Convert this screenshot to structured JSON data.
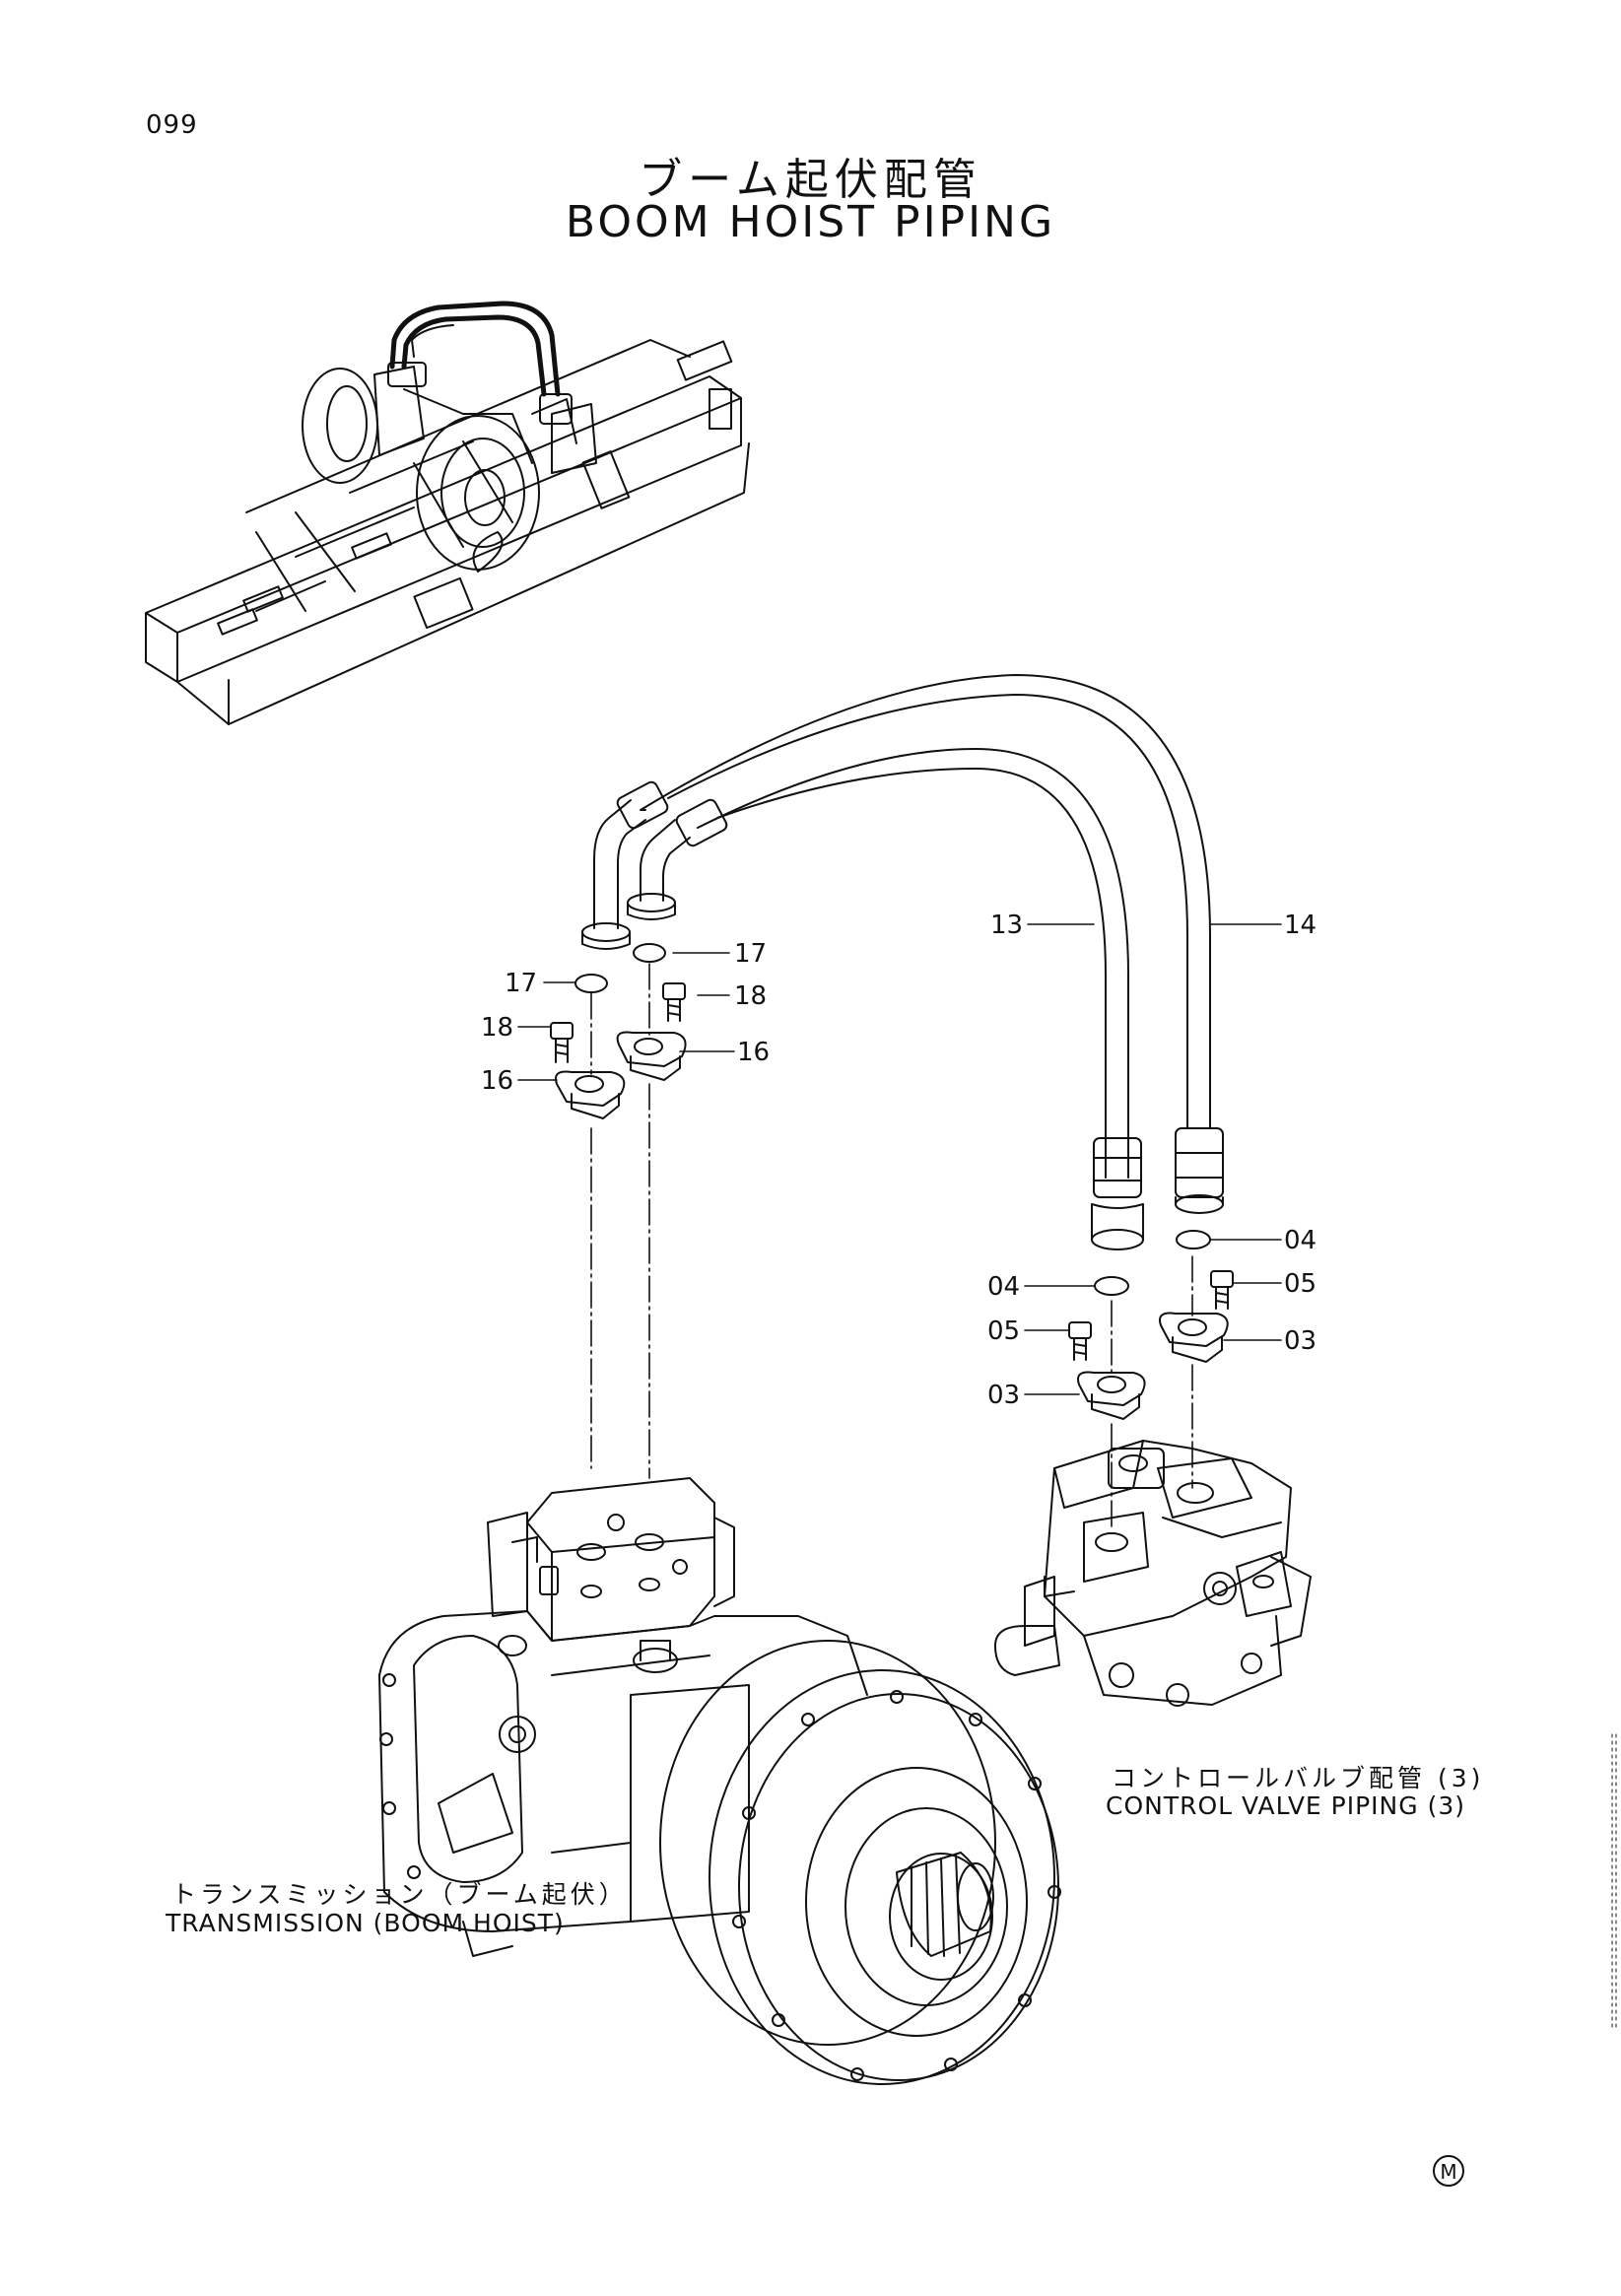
{
  "page_number": "099",
  "title_jp": "ブーム起伏配管",
  "title_en": "BOOM HOIST PIPING",
  "callouts": {
    "c13": "13",
    "c14": "14",
    "c17a": "17",
    "c17b": "17",
    "c18a": "18",
    "c18b": "18",
    "c16a": "16",
    "c16b": "16",
    "c04a": "04",
    "c04b": "04",
    "c05a": "05",
    "c05b": "05",
    "c03a": "03",
    "c03b": "03"
  },
  "labels": {
    "control_valve_jp": "コントロールバルブ配管 (3)",
    "control_valve_en": "CONTROL VALVE PIPING (3)",
    "transmission_jp": "トランスミッション（ブーム起伏）",
    "transmission_en": "TRANSMISSION (BOOM HOIST)"
  },
  "mark": "M"
}
